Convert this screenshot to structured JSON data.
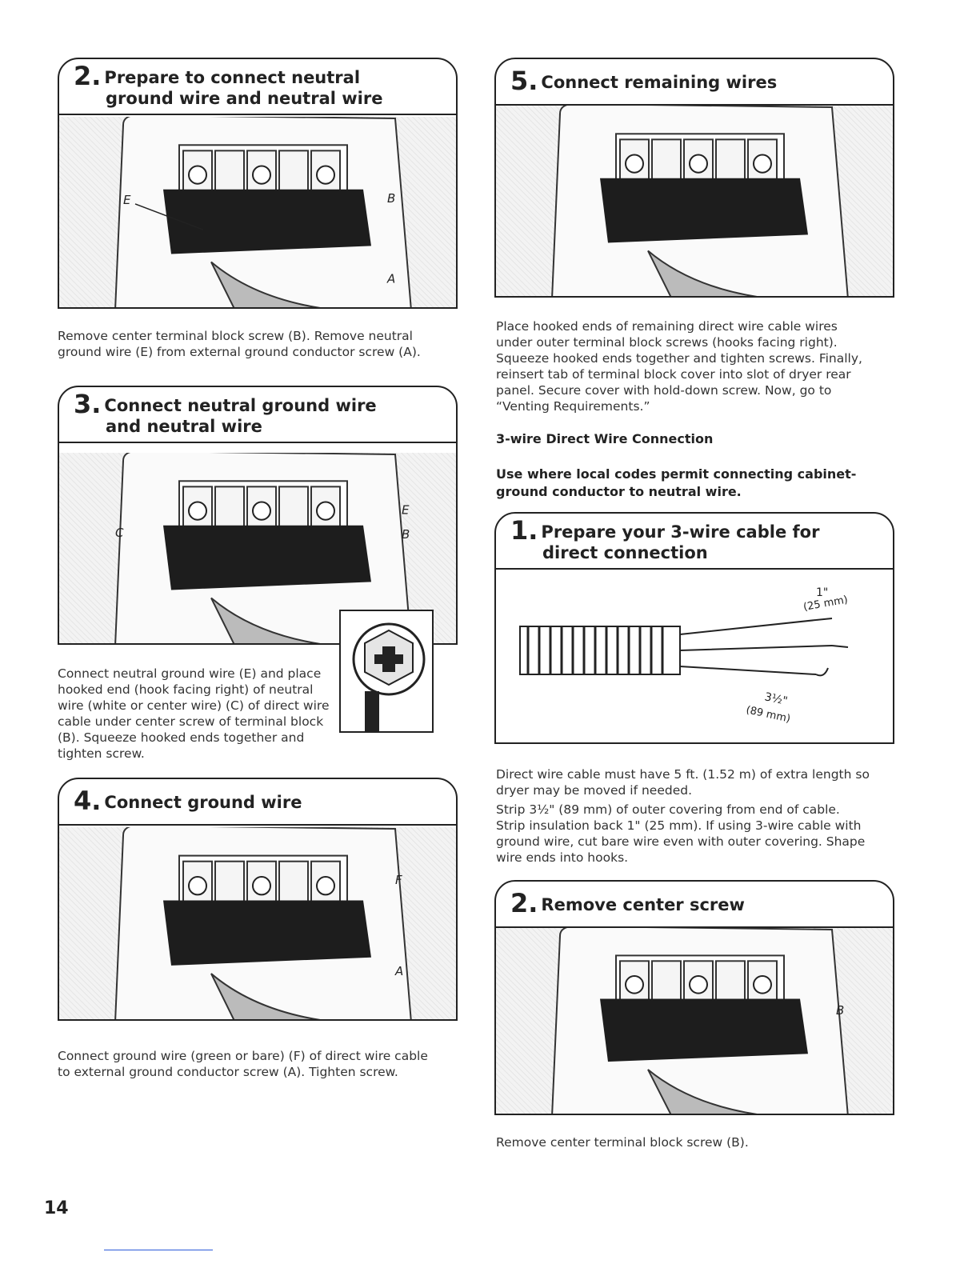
{
  "page_number": "14",
  "step2": {
    "num": "2.",
    "line1": "Prepare to connect neutral",
    "line2": "ground wire and neutral wire",
    "label_e": "E",
    "label_b": "B",
    "label_a": "A",
    "text": "Remove center terminal block screw (B). Remove neutral ground wire (E) from external ground conductor screw (A)."
  },
  "step3": {
    "num": "3.",
    "line1": "Connect neutral ground wire",
    "line2": "and neutral wire",
    "label_c": "C",
    "label_e": "E",
    "label_b": "B",
    "text": "Connect neutral ground wire (E) and place hooked end (hook facing right) of neutral wire (white or center wire) (C) of direct wire cable under center screw of terminal block (B). Squeeze hooked ends together and tighten screw."
  },
  "step4": {
    "num": "4.",
    "line1": "Connect ground wire",
    "label_f": "F",
    "label_a": "A",
    "text": "Connect ground wire (green or bare) (F) of direct wire cable to external ground conductor screw (A). Tighten screw."
  },
  "step5": {
    "num": "5.",
    "line1": "Connect remaining wires",
    "text": "Place hooked ends of remaining direct wire cable wires under outer terminal block screws (hooks facing right). Squeeze hooked ends together and tighten screws. Finally, reinsert tab of terminal block cover into slot of dryer rear panel. Secure cover with hold-down screw. Now, go to “Venting Requirements.”"
  },
  "three_wire": {
    "heading": "3-wire Direct Wire Connection",
    "note": "Use where local codes permit connecting cabinet-ground conductor to neutral wire."
  },
  "step1b": {
    "num": "1.",
    "line1": "Prepare your 3-wire cable for",
    "line2": "direct connection",
    "dim1": "1\"",
    "dim1_mm": "(25 mm)",
    "dim2": "3½\"",
    "dim2_mm": "(89 mm)",
    "text1": "Direct wire cable must have 5 ft. (1.52 m) of extra length so dryer may be moved if needed.",
    "text2": "Strip 3½\" (89 mm) of outer covering from end of cable. Strip insulation back 1\" (25 mm). If using 3-wire cable with ground wire, cut bare wire even with outer covering. Shape wire ends into hooks."
  },
  "step2b": {
    "num": "2.",
    "line1": "Remove center screw",
    "label_b": "B",
    "text": "Remove center terminal block screw (B)."
  }
}
